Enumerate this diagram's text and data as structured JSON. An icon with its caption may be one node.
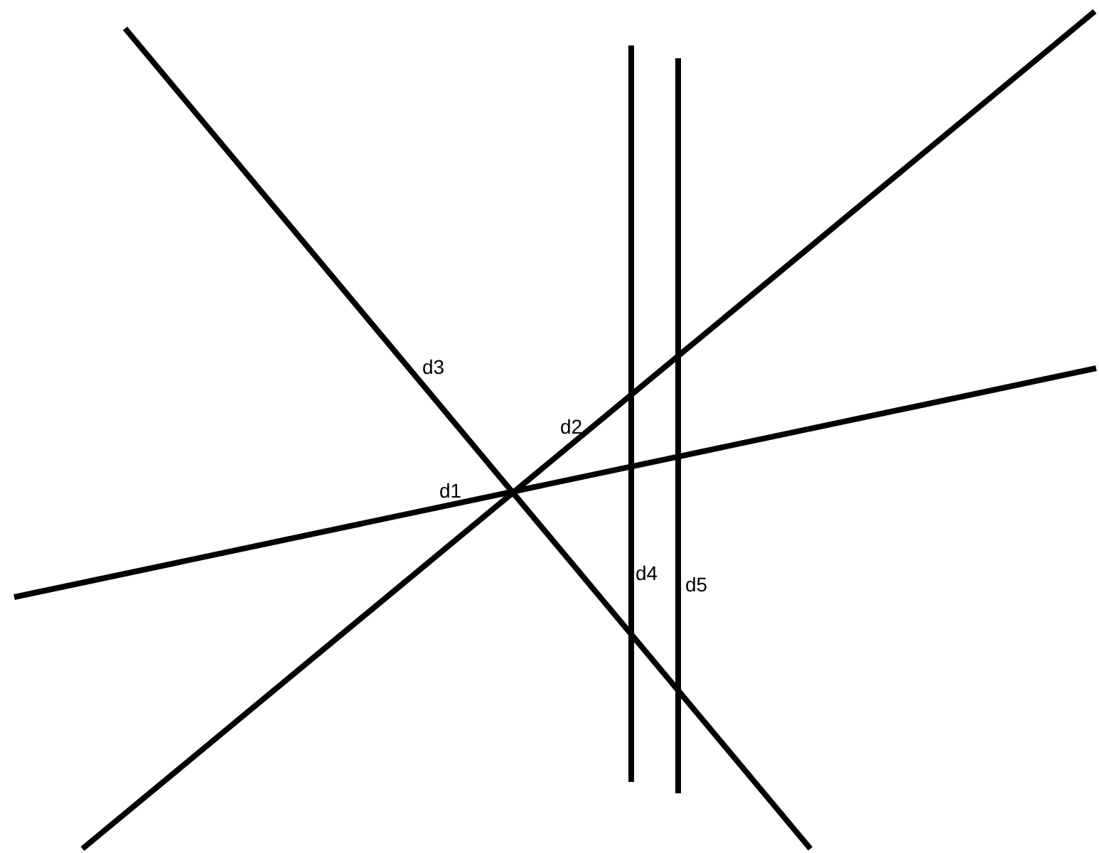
{
  "diagram": {
    "labels": [
      "d3",
      "d2",
      "d1",
      "d4",
      "d5"
    ]
  }
}
